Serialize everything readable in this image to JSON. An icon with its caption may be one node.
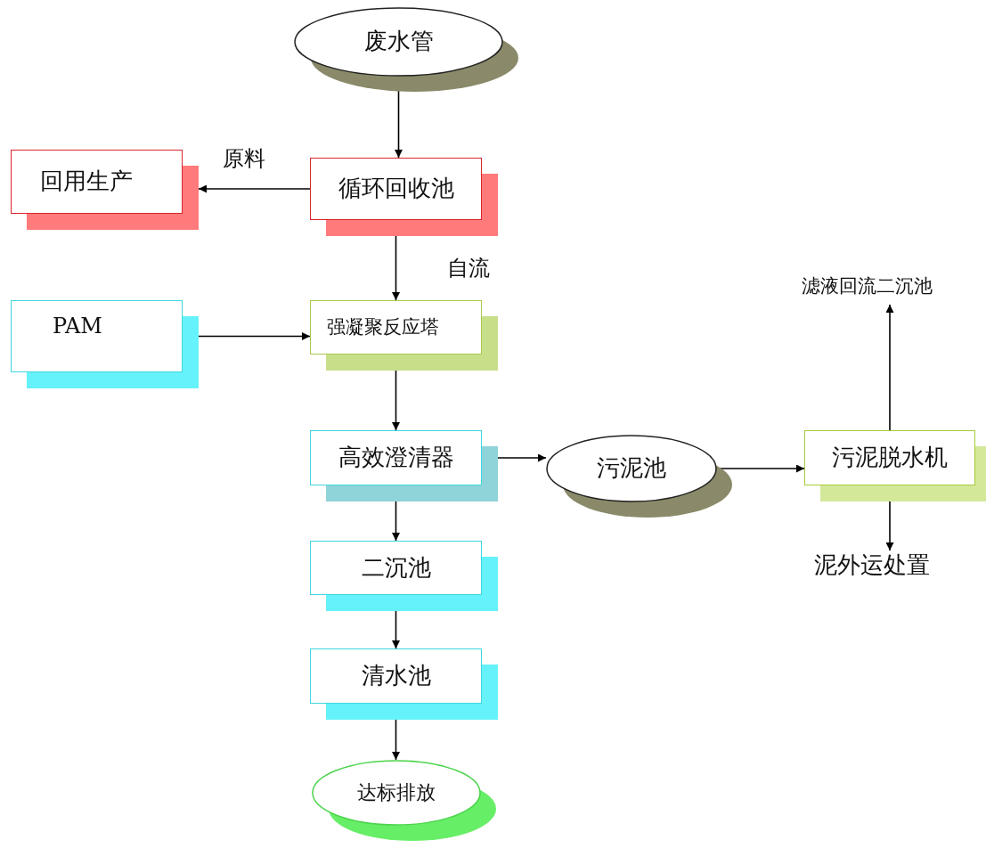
{
  "diagram": {
    "nodes": [
      {
        "text": [
          "废水管"
        ]
      },
      {
        "text": [
          "循环回收池"
        ]
      },
      {
        "text": [
          "回用生产"
        ]
      },
      {
        "text": [
          "PAM"
        ]
      },
      {
        "text": [
          "强凝聚反应塔"
        ]
      },
      {
        "text": [
          "高效澄清器"
        ]
      },
      {
        "text": [
          "污泥池"
        ]
      },
      {
        "text": [
          "污泥脱水机"
        ]
      },
      {
        "text": [
          "滤液回流二沉池"
        ]
      },
      {
        "text": [
          "泥外运处置"
        ]
      },
      {
        "text": [
          "二沉池"
        ]
      },
      {
        "text": [
          "清水池"
        ]
      },
      {
        "text": [
          "达标排放"
        ]
      }
    ],
    "edges": [
      {
        "from": 0,
        "to": 1,
        "arrow": "to"
      },
      {
        "from": 1,
        "to": 2,
        "arrow": "to",
        "label": "原料"
      },
      {
        "from": 1,
        "to": 4,
        "arrow": "to",
        "label": "自流"
      },
      {
        "from": 3,
        "to": 4,
        "arrow": "to"
      },
      {
        "from": 4,
        "to": 5,
        "arrow": "to"
      },
      {
        "from": 5,
        "to": 6,
        "arrow": "to"
      },
      {
        "from": 6,
        "to": 7,
        "arrow": "to"
      },
      {
        "from": 7,
        "to": 8,
        "arrow": "to"
      },
      {
        "from": 7,
        "to": 9,
        "arrow": "to"
      },
      {
        "from": 5,
        "to": 10,
        "arrow": "to"
      },
      {
        "from": 10,
        "to": 11,
        "arrow": "to"
      },
      {
        "from": 11,
        "to": 12,
        "arrow": "to"
      }
    ]
  }
}
